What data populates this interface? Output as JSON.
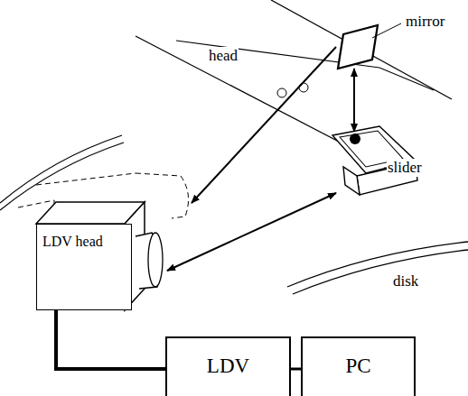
{
  "diagram": {
    "nodes": [
      {
        "text": [
          "LDV head"
        ]
      },
      {
        "text": [
          "LDV"
        ]
      },
      {
        "text": [
          "PC"
        ]
      }
    ],
    "edges": [
      {
        "from": 0,
        "to": 1,
        "arrow": "none"
      },
      {
        "from": 1,
        "to": 2,
        "arrow": "none"
      }
    ],
    "labels": [
      "head",
      "mirror",
      "slider",
      "disk"
    ]
  }
}
